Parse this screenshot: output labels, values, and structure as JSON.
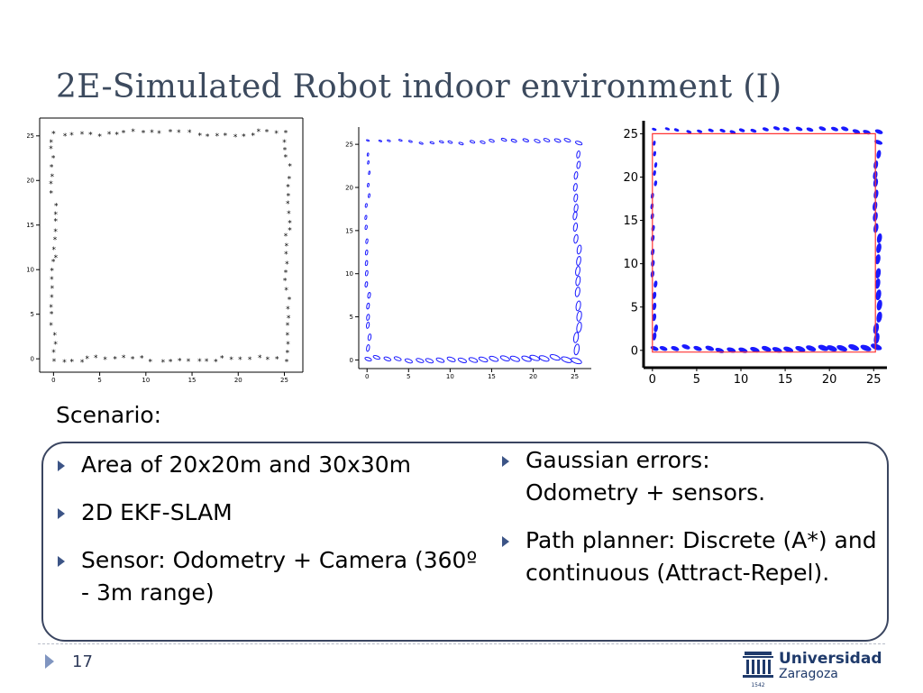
{
  "slide": {
    "title": "2E-Simulated Robot indoor environment (I)",
    "scenario_label": "Scenario:",
    "left_bullets": [
      {
        "text": "Area of 20x20m and 30x30m"
      },
      {
        "text": " 2D EKF-SLAM"
      },
      {
        "text": " Sensor: Odometry + Camera (360º - 3m range)"
      }
    ],
    "right_bullets": [
      {
        "text": "Gaussian errors: Odometry + sensors."
      },
      {
        "text": " Path planner:   Discrete (A*) and continuous (Attract-Repel)."
      }
    ],
    "page_number": "17",
    "logo": {
      "name": "Universidad",
      "city": "Zaragoza",
      "year": "1542"
    }
  },
  "colors": {
    "title": "#3c4a5e",
    "landmark_true": "#000000",
    "landmark_est": "#1a1aff",
    "robot_path": "#ff3333",
    "box_border": "#3a4560",
    "bullet": "#3c5486"
  },
  "chart_data": [
    {
      "type": "scatter",
      "description_marker": "star",
      "xticks": [
        0,
        5,
        10,
        15,
        20,
        25
      ],
      "yticks": [
        0,
        5,
        10,
        15,
        20,
        25
      ],
      "xlim": [
        -1.5,
        27
      ],
      "ylim": [
        -1.5,
        27
      ],
      "series": [
        {
          "kind": "landmarks",
          "x": [],
          "y": []
        }
      ]
    },
    {
      "type": "scatter",
      "description_marker": "ellipse",
      "xticks": [
        0,
        5,
        10,
        15,
        20,
        25
      ],
      "yticks": [
        0,
        5,
        10,
        15,
        20,
        25
      ],
      "xlim": [
        -1,
        27
      ],
      "ylim": [
        -1,
        27
      ],
      "series": [
        {
          "kind": "landmark_estimates",
          "x": [],
          "y": []
        }
      ]
    },
    {
      "type": "scatter",
      "description_marker": "ellipse",
      "xticks": [
        0,
        5,
        10,
        15,
        20,
        25
      ],
      "yticks": [
        0,
        5,
        10,
        15,
        20,
        25
      ],
      "xlim": [
        -1,
        26.5
      ],
      "ylim": [
        -2,
        26.5
      ],
      "series": [
        {
          "kind": "landmark_estimates",
          "x": [],
          "y": []
        },
        {
          "kind": "robot_path",
          "x": [
            0,
            0,
            25.2,
            25.2,
            0,
            0
          ],
          "y": [
            0,
            25,
            25,
            -0.2,
            -0.2,
            0
          ]
        }
      ]
    }
  ]
}
